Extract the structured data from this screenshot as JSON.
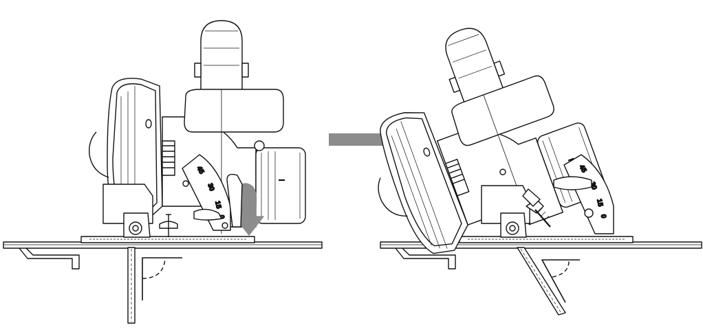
{
  "left_saw": {
    "scale_marks": [
      "45",
      "30",
      "15",
      "0"
    ]
  },
  "right_saw": {
    "scale_marks": [
      "45",
      "30",
      "15",
      "0"
    ]
  },
  "arrow": {
    "color": "#8c8c8c",
    "icon": "right-arrow-icon"
  },
  "colors": {
    "line": "#111111",
    "curved_arrow": "#8c8c8c"
  }
}
